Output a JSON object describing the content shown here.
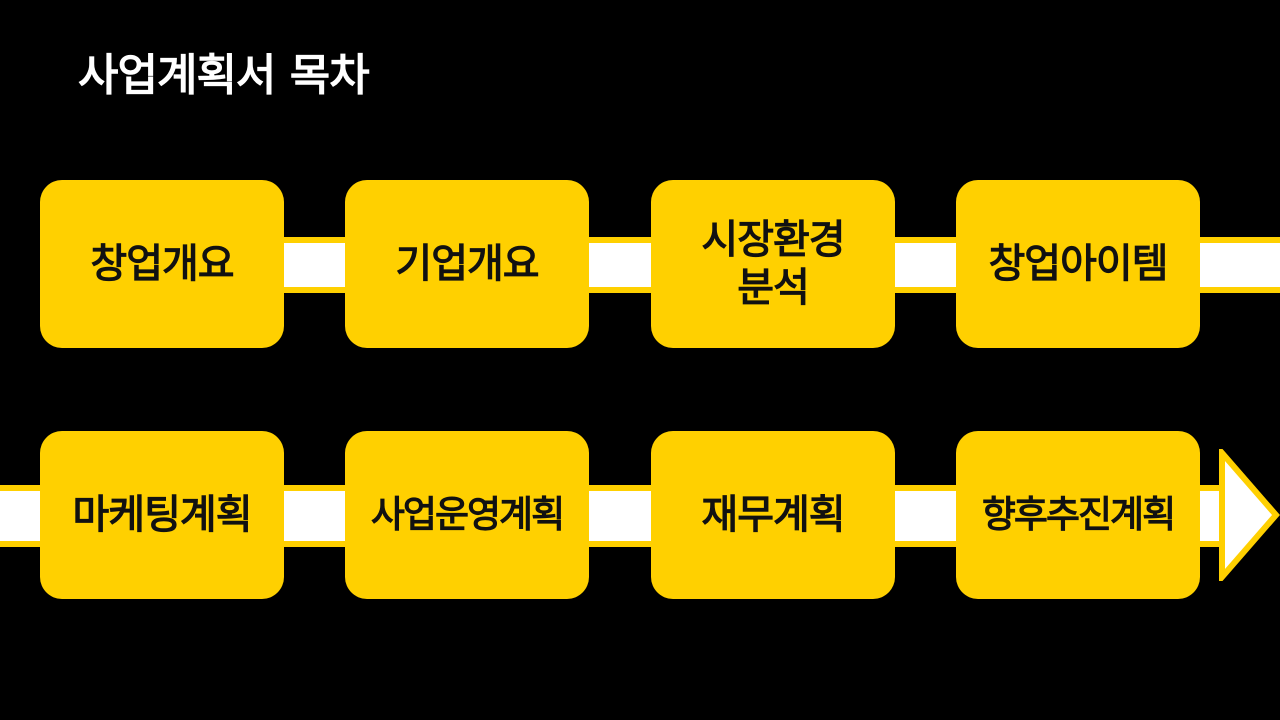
{
  "title": "사업계획서 목차",
  "colors": {
    "background": "#000000",
    "box": "#FFD000",
    "bar": "#FFFFFF",
    "title_text": "#FFFFFF",
    "box_text": "#111111"
  },
  "steps": [
    {
      "label": "창업개요"
    },
    {
      "label": "기업개요"
    },
    {
      "label": "시장환경\n분석"
    },
    {
      "label": "창업아이템"
    },
    {
      "label": "마케팅계획"
    },
    {
      "label": "사업운영계획"
    },
    {
      "label": "재무계획"
    },
    {
      "label": "향후추진계획"
    }
  ]
}
